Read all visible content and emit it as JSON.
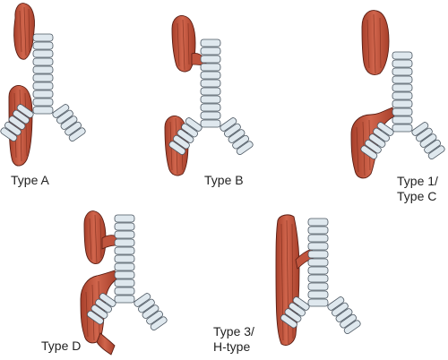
{
  "labels": {
    "type_a": "Type A",
    "type_b": "Type B",
    "type_1_line1": "Type 1/",
    "type_1_line2": "Type C",
    "type_d": "Type D",
    "type_3_line1": "Type 3/",
    "type_3_line2": "H-type"
  },
  "colors": {
    "esophagus": "#c0543d",
    "esophagus_shadow": "#9e3a27",
    "trachea_ring": "#dfe8ee",
    "trachea_outline": "#4a5560",
    "text": "#222222"
  }
}
